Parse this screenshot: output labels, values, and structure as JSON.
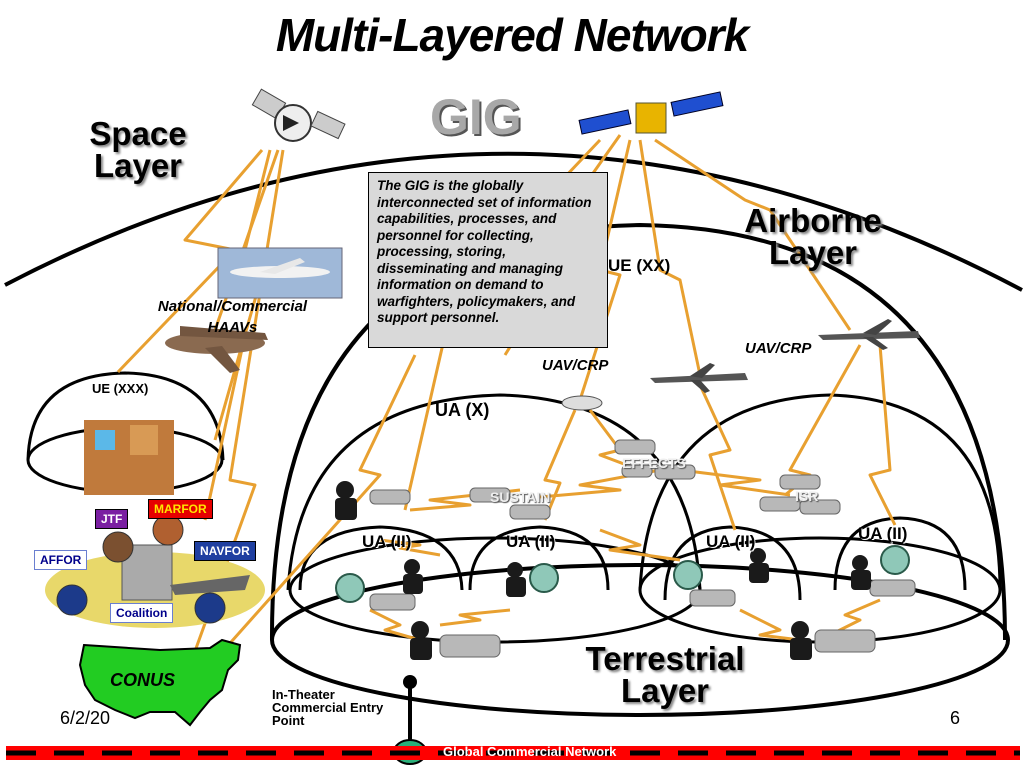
{
  "title": "Multi-Layered Network",
  "gig_label": "GIG",
  "layers": {
    "space": "Space Layer",
    "airborne": "Airborne Layer",
    "terrestrial": "Terrestrial Layer"
  },
  "gig_definition": "The GIG is the globally interconnected set of information capabilities, processes, and personnel for collecting, processing, storing, disseminating and managing information on demand to warfighters, policymakers, and support personnel.",
  "labels": {
    "haavs": "National/Commercial HAAVs",
    "ue_xxx": "UE (XXX)",
    "ue_xx": "UE (XX)",
    "uav_crp_1": "UAV/CRP",
    "uav_crp_2": "UAV/CRP",
    "ua_x": "UA (X)",
    "ua_ii_1": "UA (II)",
    "ua_ii_2": "UA (II)",
    "ua_ii_3": "UA (II)",
    "ua_ii_4": "UA (II)",
    "effects": "EFFECTS",
    "sustain": "SUSTAIN",
    "isr": "ISR"
  },
  "joint_tags": {
    "jtf": "JTF",
    "marfor": "MARFOR",
    "affor": "AFFOR",
    "navfor": "NAVFOR",
    "coalition": "Coalition"
  },
  "conus": "CONUS",
  "entry_point": "In-Theater Commercial Entry Point",
  "global_network": "Global Commercial Network",
  "footer": {
    "date": "6/2/20",
    "page": "6"
  },
  "colors": {
    "link": "#e8a030",
    "conus_fill": "#22cc22",
    "network_bar": "#ff0000",
    "definition_box": "#d9d9d9",
    "gig_text": "#a8a8a8"
  }
}
